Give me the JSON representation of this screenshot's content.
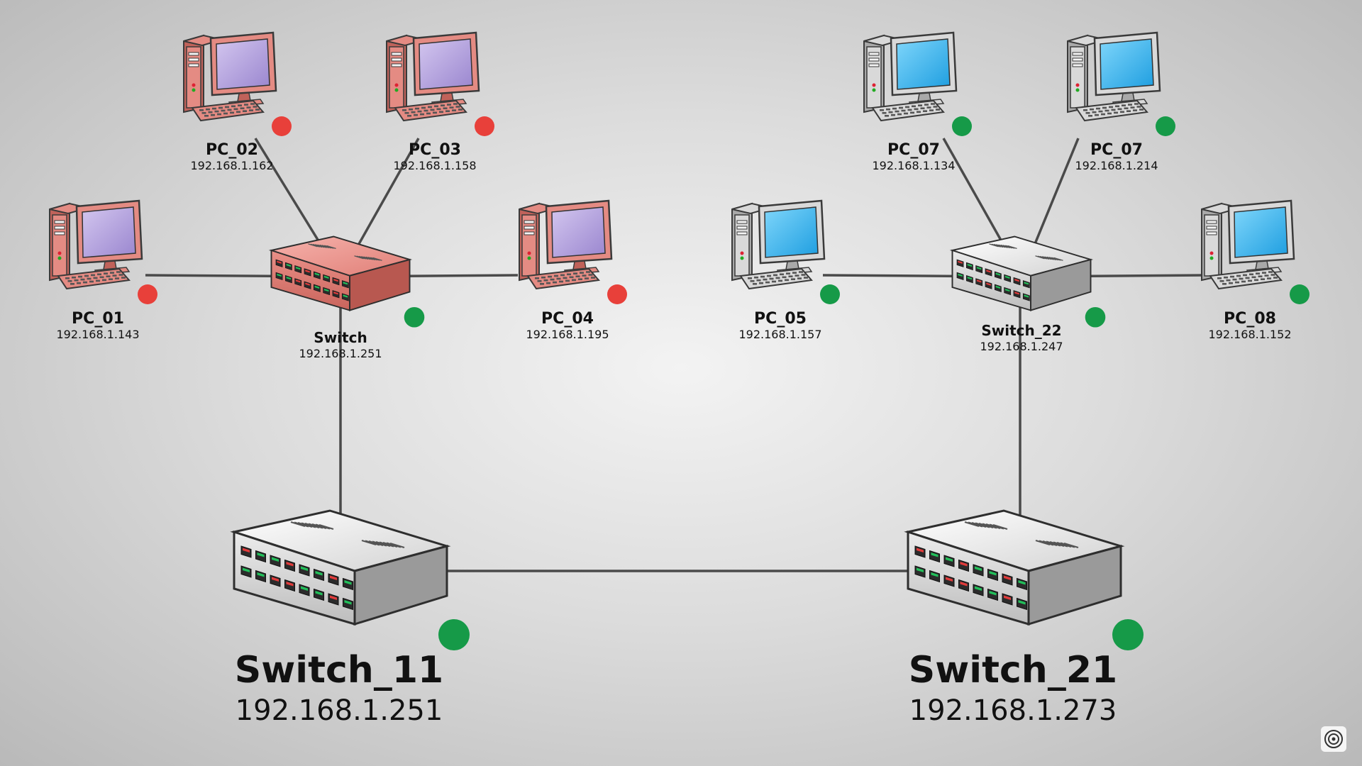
{
  "colors": {
    "status_online": "#169a48",
    "status_offline": "#e8403a",
    "offline_body": "#e6857e",
    "offline_screen": "#b9a6de",
    "online_body": "#d4d4d4",
    "online_screen": "#37b6ee"
  },
  "icons": {
    "pc": "desktop-computer-icon",
    "switch": "network-switch-icon",
    "logo": "target-logo-icon"
  },
  "nodes": [
    {
      "id": "pc01",
      "type": "pc",
      "name": "PC_01",
      "ip": "192.168.1.143",
      "status": "offline"
    },
    {
      "id": "pc02",
      "type": "pc",
      "name": "PC_02",
      "ip": "192.168.1.162",
      "status": "offline"
    },
    {
      "id": "pc03",
      "type": "pc",
      "name": "PC_03",
      "ip": "192.168.1.158",
      "status": "offline"
    },
    {
      "id": "pc04",
      "type": "pc",
      "name": "PC_04",
      "ip": "192.168.1.195",
      "status": "offline"
    },
    {
      "id": "sw12",
      "type": "switch",
      "name": "Switch",
      "ip": "192.168.1.251",
      "status": "online",
      "theme": "offline"
    },
    {
      "id": "pc05",
      "type": "pc",
      "name": "PC_05",
      "ip": "192.168.1.157",
      "status": "online"
    },
    {
      "id": "pc07a",
      "type": "pc",
      "name": "PC_07",
      "ip": "192.168.1.134",
      "status": "online"
    },
    {
      "id": "pc07b",
      "type": "pc",
      "name": "PC_07",
      "ip": "192.168.1.214",
      "status": "online"
    },
    {
      "id": "pc08",
      "type": "pc",
      "name": "PC_08",
      "ip": "192.168.1.152",
      "status": "online"
    },
    {
      "id": "sw22",
      "type": "switch",
      "name": "Switch_22",
      "ip": "192.168.1.247",
      "status": "online",
      "theme": "online"
    },
    {
      "id": "sw11",
      "type": "switch",
      "name": "Switch_11",
      "ip": "192.168.1.251",
      "status": "online",
      "theme": "online"
    },
    {
      "id": "sw21",
      "type": "switch",
      "name": "Switch_21",
      "ip": "192.168.1.273",
      "status": "online",
      "theme": "online"
    }
  ],
  "links": [
    [
      "pc01",
      "sw12"
    ],
    [
      "pc02",
      "sw12"
    ],
    [
      "pc03",
      "sw12"
    ],
    [
      "pc04",
      "sw12"
    ],
    [
      "sw12",
      "sw11"
    ],
    [
      "sw11",
      "sw21"
    ],
    [
      "sw21",
      "sw22"
    ],
    [
      "pc05",
      "sw22"
    ],
    [
      "pc07a",
      "sw22"
    ],
    [
      "pc07b",
      "sw22"
    ],
    [
      "pc08",
      "sw22"
    ]
  ]
}
